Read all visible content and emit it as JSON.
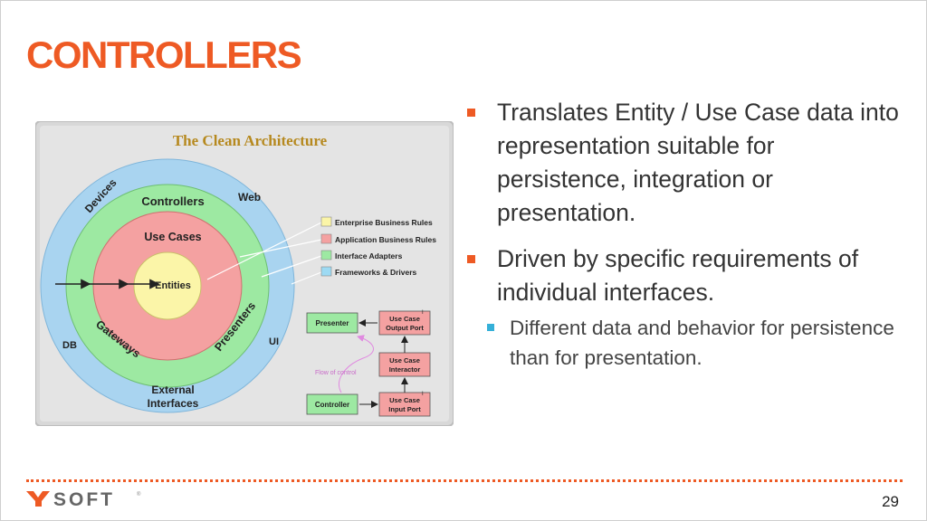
{
  "slide": {
    "title": "CONTROLLERS",
    "page_number": "29",
    "logo_text": "YSOFT"
  },
  "diagram": {
    "heading": "The Clean Architecture",
    "rings": {
      "outer_left": "Devices",
      "outer_right": "Web",
      "outer_db": "DB",
      "outer_ui": "UI",
      "outer_bottom_1": "External",
      "outer_bottom_2": "Interfaces",
      "green_top": "Controllers",
      "green_left": "Gateways",
      "green_right": "Presenters",
      "red_top": "Use Cases",
      "core": "Entities"
    },
    "legend": [
      {
        "label": "Enterprise Business Rules",
        "color": "#fbf5a8"
      },
      {
        "label": "Application Business Rules",
        "color": "#f4a1a1"
      },
      {
        "label": "Interface Adapters",
        "color": "#9de9a2"
      },
      {
        "label": "Frameworks & Drivers",
        "color": "#9ddaf3"
      }
    ],
    "flow": {
      "presenter": "Presenter",
      "output_port_1": "Use Case",
      "output_port_2": "Output Port",
      "interactor_1": "Use Case",
      "interactor_2": "Interactor",
      "controller": "Controller",
      "input_port_1": "Use Case",
      "input_port_2": "Input Port",
      "flow_label": "Flow of control",
      "marker_i": "I",
      "marker_i2": "I"
    }
  },
  "bullets": [
    {
      "text": "Translates Entity / Use Case data into representation suitable for persistence, integration or presentation.",
      "sub": []
    },
    {
      "text": "Driven by specific requirements of individual interfaces.",
      "sub": [
        "Different data and behavior for persistence than for presentation."
      ]
    }
  ],
  "colors": {
    "accent": "#ee5a24",
    "sub_bullet": "#35b0d8",
    "outer_ring": "#a9d4f0",
    "green_ring": "#9de9a2",
    "red_ring": "#f4a1a1",
    "core": "#fbf5a8",
    "panel_bg": "#d8d8d8",
    "flow_arrow": "#e8a0e8"
  }
}
